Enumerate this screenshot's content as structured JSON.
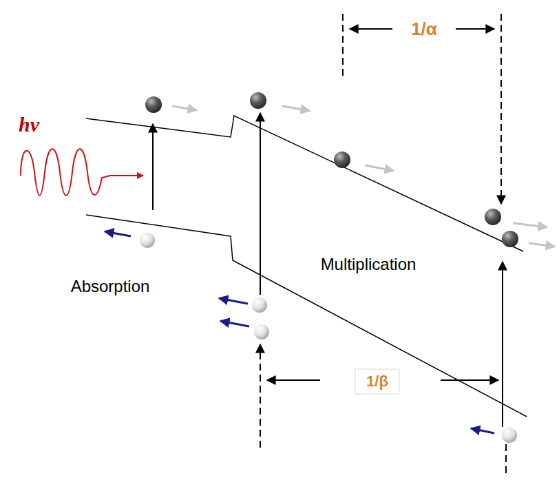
{
  "diagram": {
    "labels": [
      "hv",
      "1/α",
      "Absorption",
      "Multiplication",
      "1/β"
    ]
  }
}
